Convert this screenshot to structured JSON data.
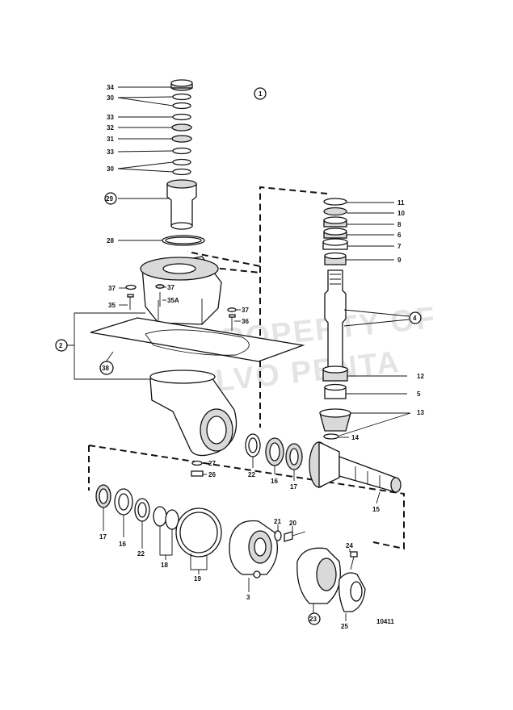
{
  "drawing_number": "10411",
  "watermark": {
    "line1": "PROPERTY OF",
    "line2": "VOLVO PENTA"
  },
  "callouts": [
    {
      "id": "c34",
      "text": "34"
    },
    {
      "id": "c30a",
      "text": "30"
    },
    {
      "id": "c33a",
      "text": "33"
    },
    {
      "id": "c32",
      "text": "32"
    },
    {
      "id": "c31",
      "text": "31"
    },
    {
      "id": "c33b",
      "text": "33"
    },
    {
      "id": "c30b",
      "text": "30"
    },
    {
      "id": "c29",
      "text": "29"
    },
    {
      "id": "c28",
      "text": "28"
    },
    {
      "id": "c1",
      "text": "1"
    },
    {
      "id": "c11",
      "text": "11"
    },
    {
      "id": "c10",
      "text": "10"
    },
    {
      "id": "c8",
      "text": "8"
    },
    {
      "id": "c6",
      "text": "6"
    },
    {
      "id": "c7",
      "text": "7"
    },
    {
      "id": "c9",
      "text": "9"
    },
    {
      "id": "c4",
      "text": "4"
    },
    {
      "id": "c37a",
      "text": "37"
    },
    {
      "id": "c37b",
      "text": "37"
    },
    {
      "id": "c35a",
      "text": "35A"
    },
    {
      "id": "c35",
      "text": "35"
    },
    {
      "id": "c37c",
      "text": "37"
    },
    {
      "id": "c36",
      "text": "36"
    },
    {
      "id": "c2",
      "text": "2"
    },
    {
      "id": "c38",
      "text": "38"
    },
    {
      "id": "c12",
      "text": "12"
    },
    {
      "id": "c5",
      "text": "5"
    },
    {
      "id": "c13",
      "text": "13"
    },
    {
      "id": "c14",
      "text": "14"
    },
    {
      "id": "c27",
      "text": "27"
    },
    {
      "id": "c26",
      "text": "26"
    },
    {
      "id": "c22a",
      "text": "22"
    },
    {
      "id": "c16a",
      "text": "16"
    },
    {
      "id": "c17a",
      "text": "17"
    },
    {
      "id": "c15",
      "text": "15"
    },
    {
      "id": "c17b",
      "text": "17"
    },
    {
      "id": "c16b",
      "text": "16"
    },
    {
      "id": "c22b",
      "text": "22"
    },
    {
      "id": "c18",
      "text": "18"
    },
    {
      "id": "c19",
      "text": "19"
    },
    {
      "id": "c21",
      "text": "21"
    },
    {
      "id": "c20",
      "text": "20"
    },
    {
      "id": "c24",
      "text": "24"
    },
    {
      "id": "c3",
      "text": "3"
    },
    {
      "id": "c23",
      "text": "23"
    },
    {
      "id": "c25",
      "text": "25"
    }
  ]
}
